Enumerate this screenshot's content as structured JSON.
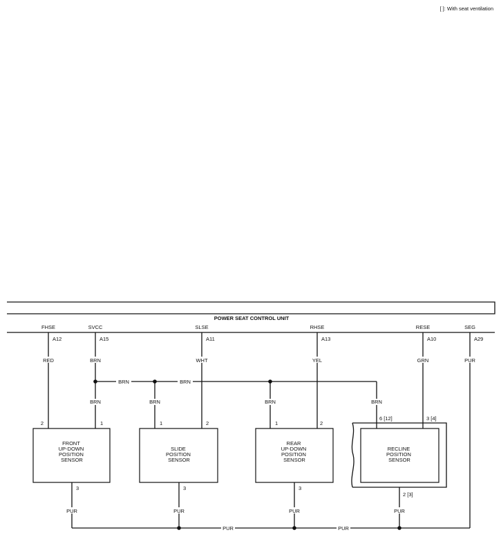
{
  "note": "[ ]: With seat ventilation",
  "unit": {
    "title": "POWER SEAT CONTROL UNIT",
    "terminals": [
      {
        "name": "FHSE",
        "pin": "A12",
        "wire": "RED"
      },
      {
        "name": "SVCC",
        "pin": "A15",
        "wire": "BRN"
      },
      {
        "name": "SLSE",
        "pin": "A11",
        "wire": "WHT"
      },
      {
        "name": "RHSE",
        "pin": "A13",
        "wire": "YEL"
      },
      {
        "name": "RESE",
        "pin": "A10",
        "wire": "GRN"
      },
      {
        "name": "SEG",
        "pin": "A29",
        "wire": "PUR"
      }
    ]
  },
  "bus_labels": [
    "BRN",
    "BRN"
  ],
  "ground_labels": [
    "PUR",
    "PUR"
  ],
  "sensors": [
    {
      "name": [
        "FRONT",
        "UP-DOWN",
        "POSITION",
        "SENSOR"
      ],
      "pins": [
        "2",
        "1"
      ],
      "drop_wire": "BRN",
      "ground_pin": "3",
      "ground_wire": "PUR"
    },
    {
      "name": [
        "SLIDE",
        "POSITION",
        "SENSOR"
      ],
      "pins": [
        "1",
        "2"
      ],
      "drop_wire": "BRN",
      "ground_pin": "3",
      "ground_wire": "PUR"
    },
    {
      "name": [
        "REAR",
        "UP-DOWN",
        "POSITION",
        "SENSOR"
      ],
      "pins": [
        "1",
        "2"
      ],
      "drop_wire": "BRN",
      "ground_pin": "3",
      "ground_wire": "PUR"
    },
    {
      "name": [
        "RECLINE",
        "POSITION",
        "SENSOR"
      ],
      "pins": [
        "6 [12]",
        "3 [4]"
      ],
      "drop_wire": "BRN",
      "ground_pin": "2 [3]",
      "ground_wire": "PUR"
    }
  ]
}
